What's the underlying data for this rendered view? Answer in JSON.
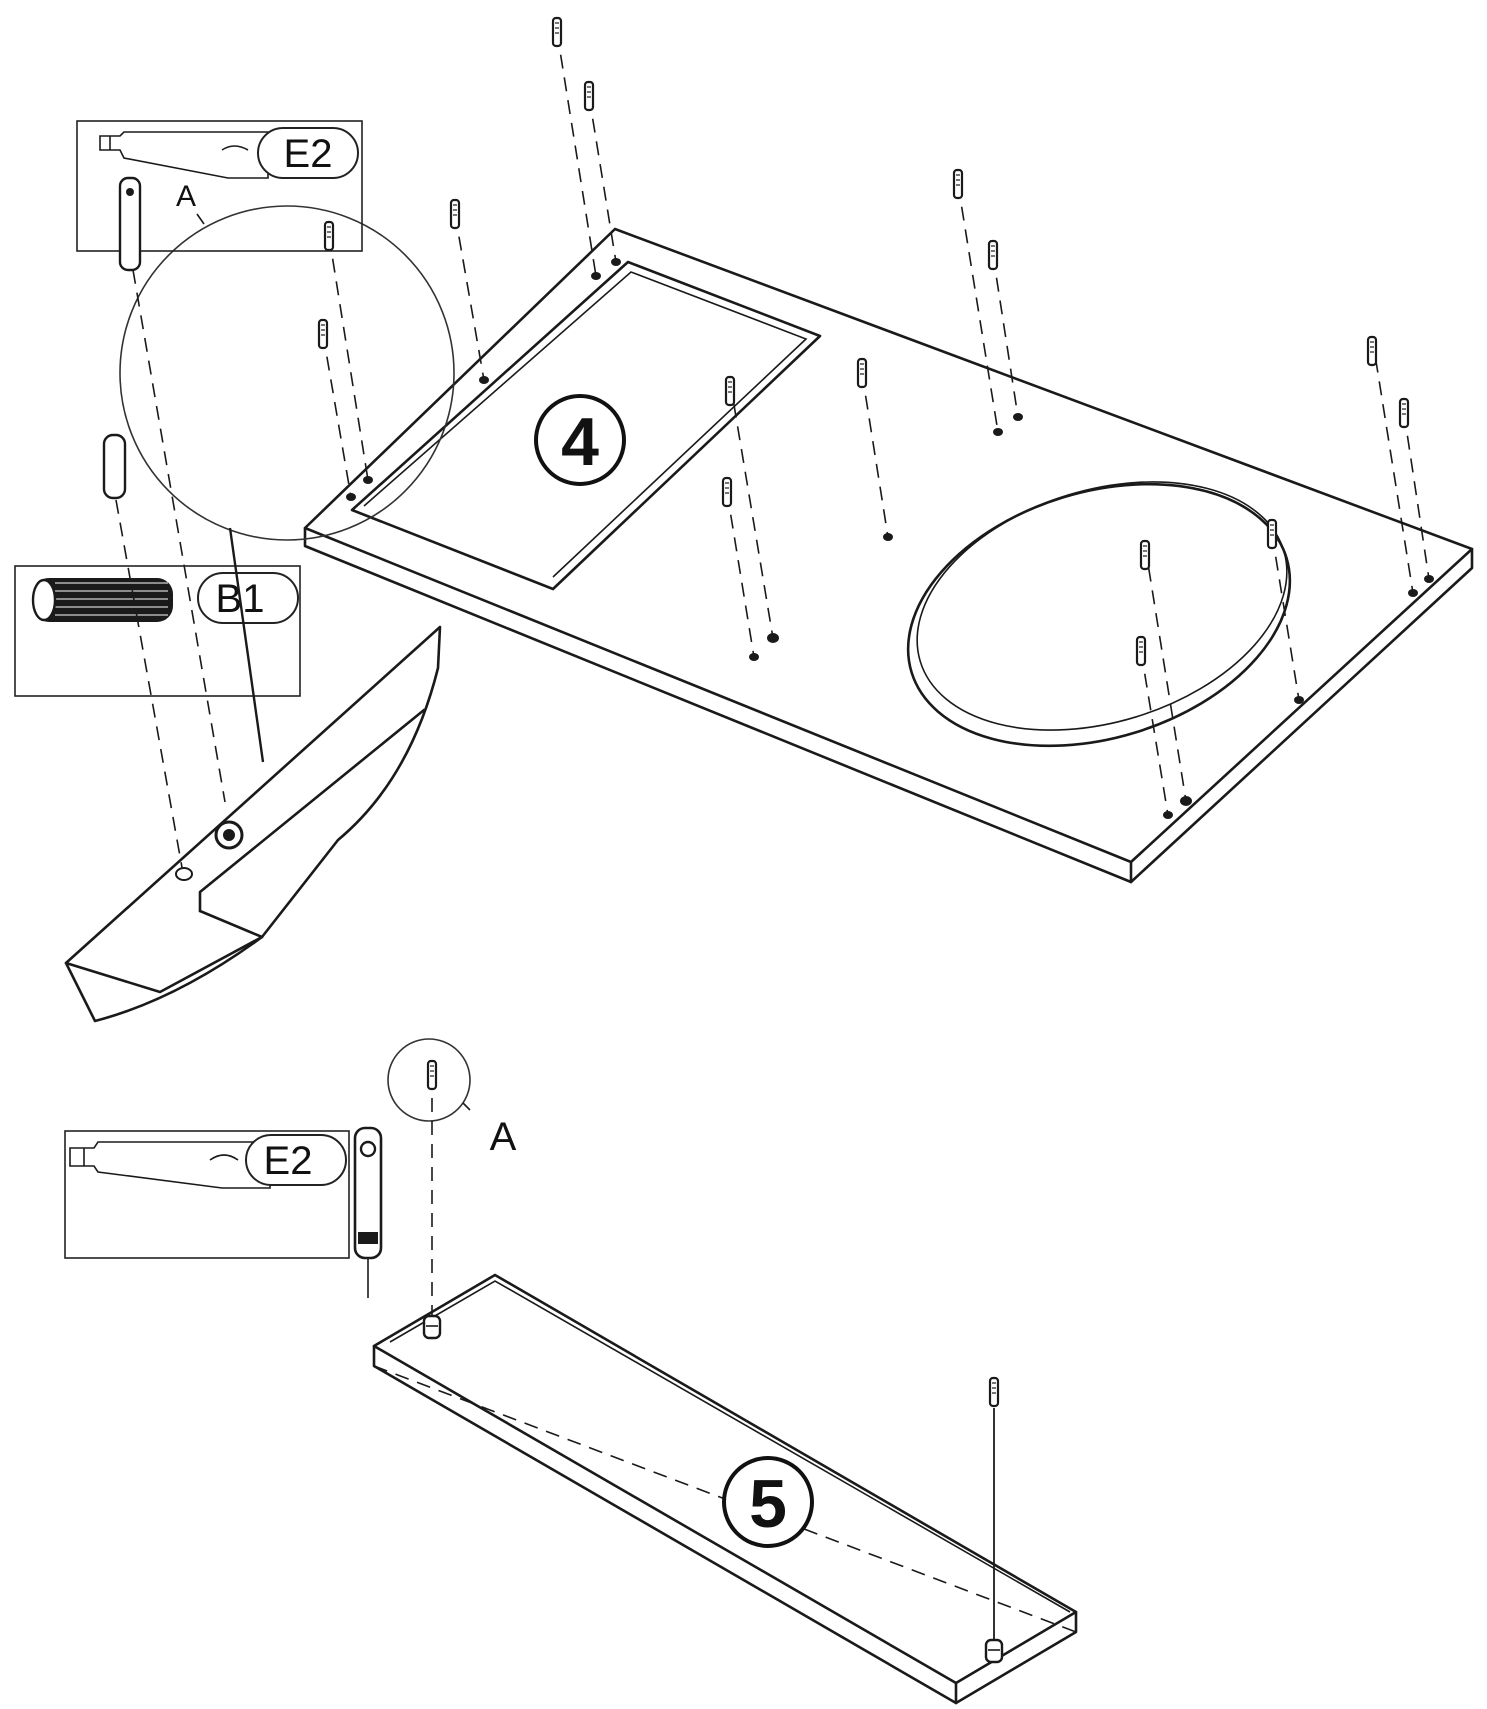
{
  "callouts": {
    "e2_top": "E2",
    "b1": "B1",
    "e2_bottom": "E2"
  },
  "detail_labels": {
    "a_top": "A",
    "a_bottom": "A"
  },
  "part_numbers": {
    "part_4": "4",
    "part_5": "5"
  },
  "icons": {
    "e2": "cam-bolt-icon",
    "b1": "wooden-dowel-icon",
    "detail": "magnifier-circle-icon"
  }
}
